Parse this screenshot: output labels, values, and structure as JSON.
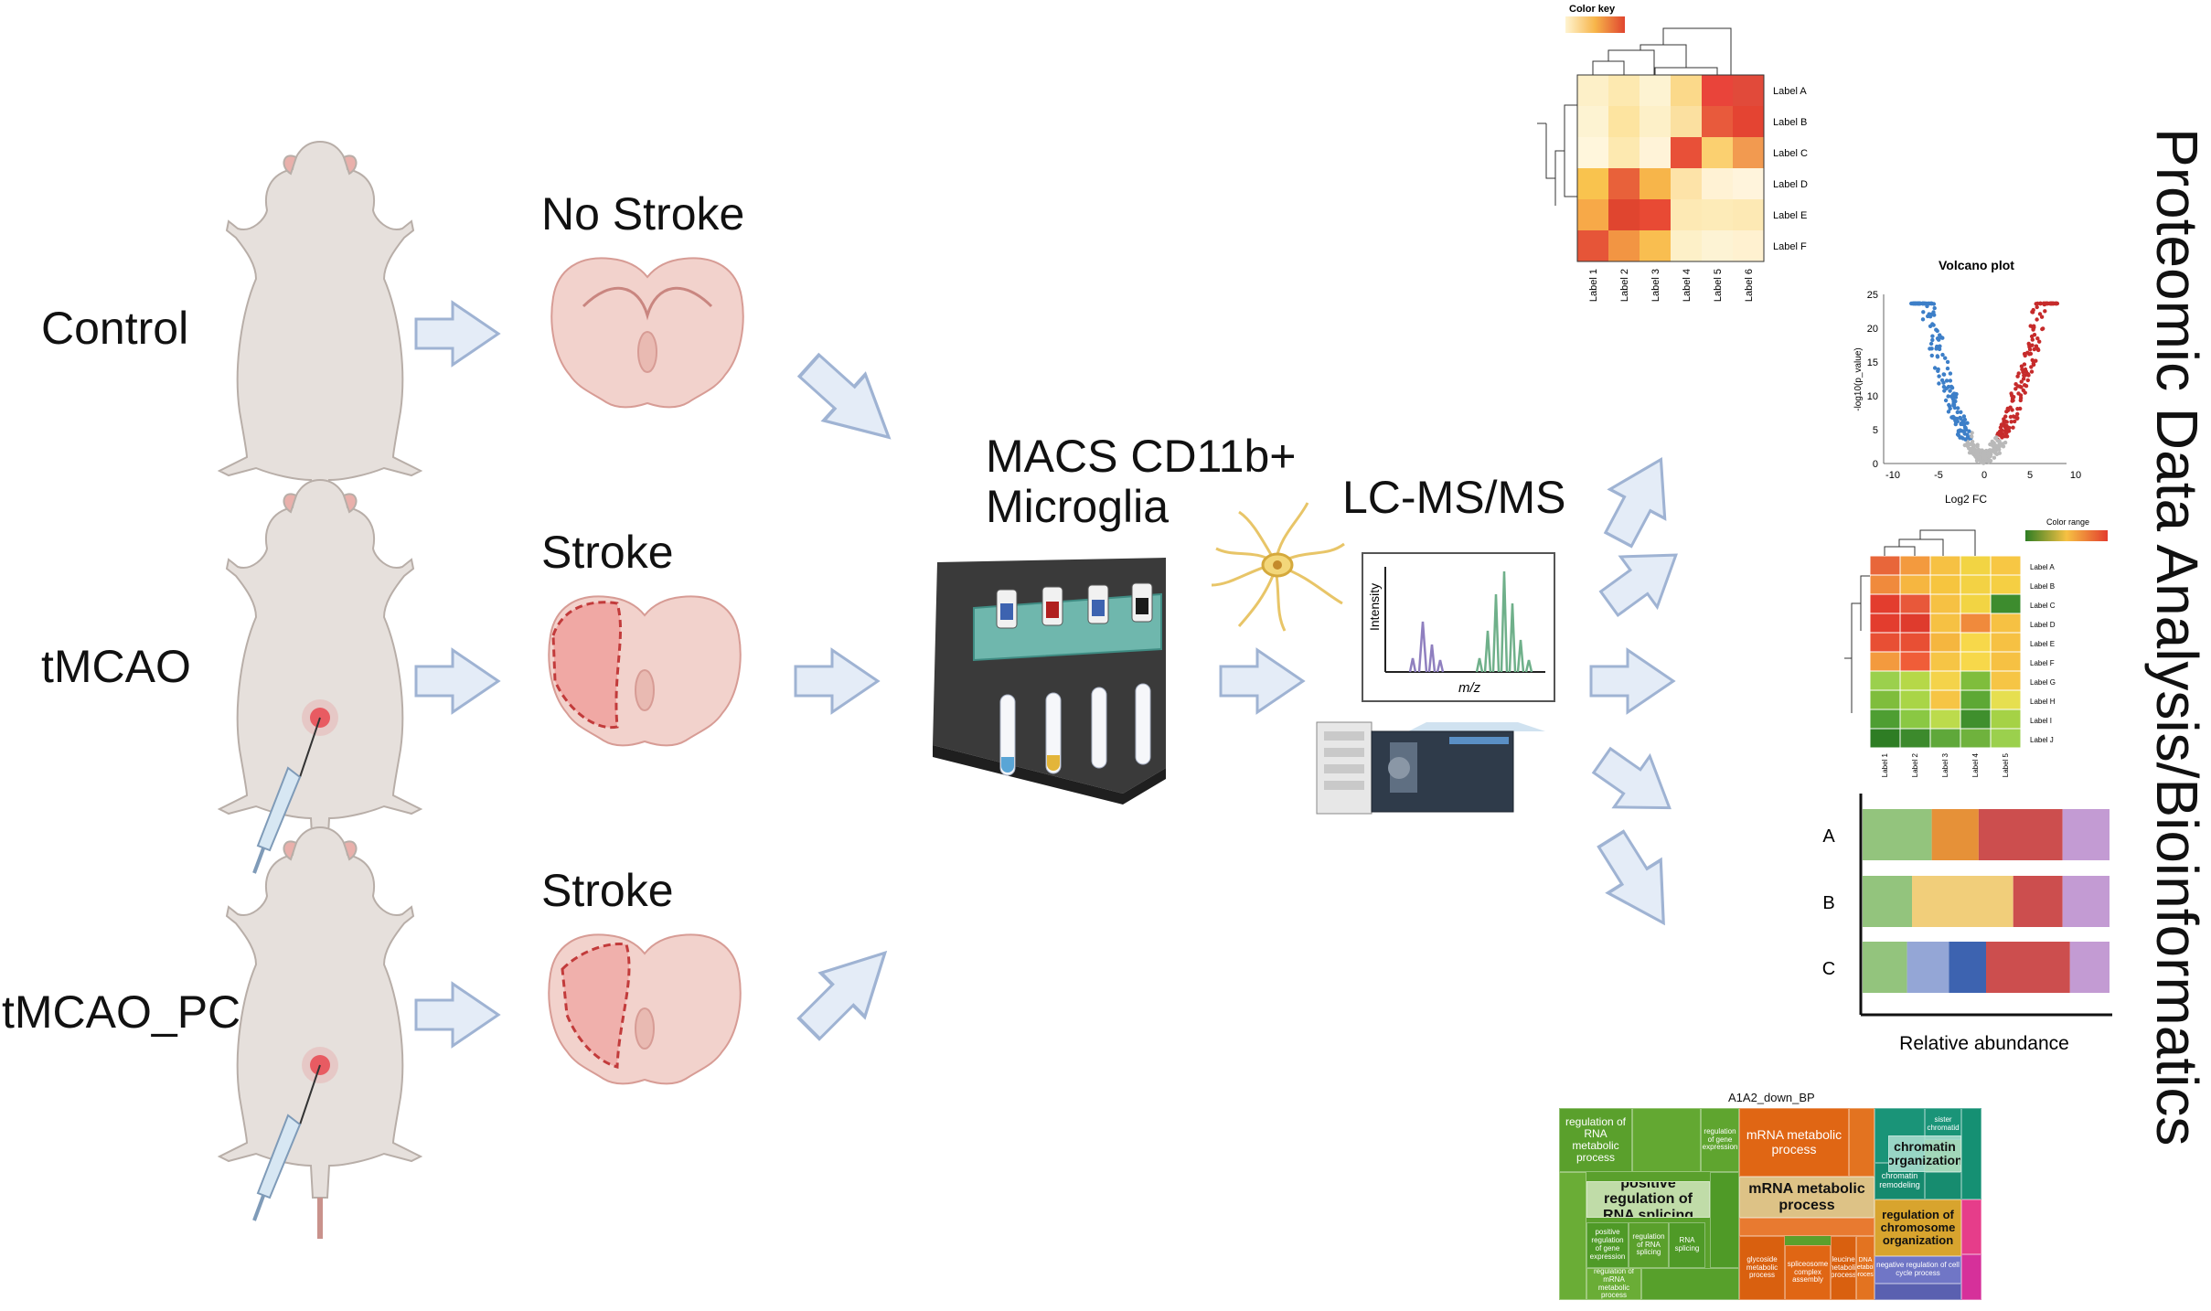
{
  "side_title": "Proteomic Data Analysis/Bioinformatics",
  "groups": [
    {
      "label": "Control",
      "condition": "No Stroke"
    },
    {
      "label": "tMCAO",
      "condition": "Stroke"
    },
    {
      "label": "tMCAO_PC",
      "condition": "Stroke"
    }
  ],
  "macs": {
    "line1": "MACS CD11b+",
    "line2": "Microglia"
  },
  "lcms": {
    "title": "LC-MS/MS",
    "y_axis": "Intensity",
    "x_axis": "m/z"
  },
  "colors": {
    "arrow_fill": "#e4ecf7",
    "arrow_stroke": "#9fb3d3",
    "mouse": "#e6e0dc",
    "brain": "#f2d2cc"
  },
  "heatmap1": {
    "key_title": "Color key",
    "rows": [
      "Label A",
      "Label B",
      "Label C",
      "Label D",
      "Label E",
      "Label F"
    ],
    "cols": [
      "Label 1",
      "Label 2",
      "Label 3",
      "Label 4",
      "Label 5",
      "Label 6"
    ],
    "cells": [
      [
        "#fdf0c8",
        "#fde9b0",
        "#fdf3d2",
        "#fbd98a",
        "#e9443a",
        "#e14a3a"
      ],
      [
        "#fdf3d2",
        "#fde4a0",
        "#fdf0c8",
        "#fbe0a0",
        "#e85a3c",
        "#e44432"
      ],
      [
        "#fff6dc",
        "#fde9b0",
        "#fff3d8",
        "#e85038",
        "#fbd070",
        "#f29a50"
      ],
      [
        "#f9c34e",
        "#e8613a",
        "#f7b54a",
        "#fde3a8",
        "#fff2d4",
        "#fff4dc"
      ],
      [
        "#f7a948",
        "#e0452f",
        "#e84a34",
        "#fde9b4",
        "#fdebb8",
        "#fde9b4"
      ],
      [
        "#e65538",
        "#f29543",
        "#f9be50",
        "#fdf0c8",
        "#fdf3d4",
        "#fff1d0"
      ]
    ]
  },
  "volcano": {
    "title": "Volcano plot",
    "xlabel": "Log2 FC",
    "ylabel": "-log10(p_value)",
    "xticks": [
      "-10",
      "-5",
      "0",
      "5",
      "10"
    ],
    "yticks": [
      "0",
      "5",
      "10",
      "15",
      "20",
      "25"
    ]
  },
  "heatmap2": {
    "key_title": "Color range",
    "rows": [
      "Label A",
      "Label B",
      "Label C",
      "Label D",
      "Label E",
      "Label F",
      "Label G",
      "Label H",
      "Label I",
      "Label J"
    ],
    "cols": [
      "Label 1",
      "Label 2",
      "Label 3",
      "Label 4",
      "Label 5"
    ],
    "cells": [
      [
        "#e8663a",
        "#f39a3e",
        "#f6c143",
        "#f2d443",
        "#f7c744"
      ],
      [
        "#f08a3c",
        "#f6b640",
        "#f6c53f",
        "#f3d244",
        "#f5cf43"
      ],
      [
        "#e33d2e",
        "#e8583a",
        "#f6c143",
        "#f2d443",
        "#3d8c2e"
      ],
      [
        "#e33d2e",
        "#df3b2d",
        "#f6c143",
        "#f08a3c",
        "#f6c143"
      ],
      [
        "#e84f34",
        "#e84f34",
        "#f5b63f",
        "#f7d84a",
        "#f6c143"
      ],
      [
        "#f39a3e",
        "#f05d38",
        "#f6c545",
        "#f7d84a",
        "#f6c143"
      ],
      [
        "#9bd04d",
        "#b6d848",
        "#f4d34a",
        "#7fbd3c",
        "#f6c545"
      ],
      [
        "#7fbd3c",
        "#a9d547",
        "#f6c545",
        "#5da835",
        "#e6df50"
      ],
      [
        "#4e9e32",
        "#8ac843",
        "#bcdb4c",
        "#3f8f2d",
        "#a5d246"
      ],
      [
        "#2e7d24",
        "#3c8a2c",
        "#5fa83a",
        "#6fb23d",
        "#9bd04d"
      ]
    ]
  },
  "stacked": {
    "xlabel": "Relative abundance",
    "rows": [
      {
        "label": "A",
        "segments": [
          {
            "value": 0.28,
            "color": "#93c47d"
          },
          {
            "value": 0.19,
            "color": "#e69138"
          },
          {
            "value": 0.34,
            "color": "#cc4e4e"
          },
          {
            "value": 0.19,
            "color": "#c39bd3"
          }
        ]
      },
      {
        "label": "B",
        "segments": [
          {
            "value": 0.2,
            "color": "#93c47d"
          },
          {
            "value": 0.41,
            "color": "#f1ce7a"
          },
          {
            "value": 0.2,
            "color": "#cc4e4e"
          },
          {
            "value": 0.19,
            "color": "#c39bd3"
          }
        ]
      },
      {
        "label": "C",
        "segments": [
          {
            "value": 0.18,
            "color": "#93c47d"
          },
          {
            "value": 0.17,
            "color": "#94a6d6"
          },
          {
            "value": 0.15,
            "color": "#3d63b0"
          },
          {
            "value": 0.34,
            "color": "#cc4e4e"
          },
          {
            "value": 0.16,
            "color": "#c39bd3"
          }
        ]
      }
    ]
  },
  "treemap": {
    "title": "A1A2_down_BP",
    "labels": {
      "rna_metabolic": "regulation of RNA metabolic process",
      "gene_expr": "regulation of gene expression",
      "pos_splicing": "positive regulation of RNA splicing",
      "mrna_process": "mRNA metabolic process",
      "mrna_big": "mRNA metabolic process",
      "chromatin_big": "chromatin organization",
      "chromatin_remodeling": "chromatin remodeling",
      "sister_chromatid": "sister chromatid",
      "chromosome_big": "regulation of chromosome organization",
      "cell_cycle": "negative regulation of cell cycle process",
      "glycoside": "glycoside metabolic process",
      "mrna_reg": "regulation of mRNA metabolic process",
      "pos_gene": "positive regulation of gene expression",
      "reg_splicing": "regulation of RNA splicing",
      "rna_splicing": "RNA splicing",
      "leucine": "leucine metabolic process",
      "spliceosome": "spliceosome complex assembly",
      "dna_metab": "DNA metabolic process"
    }
  }
}
